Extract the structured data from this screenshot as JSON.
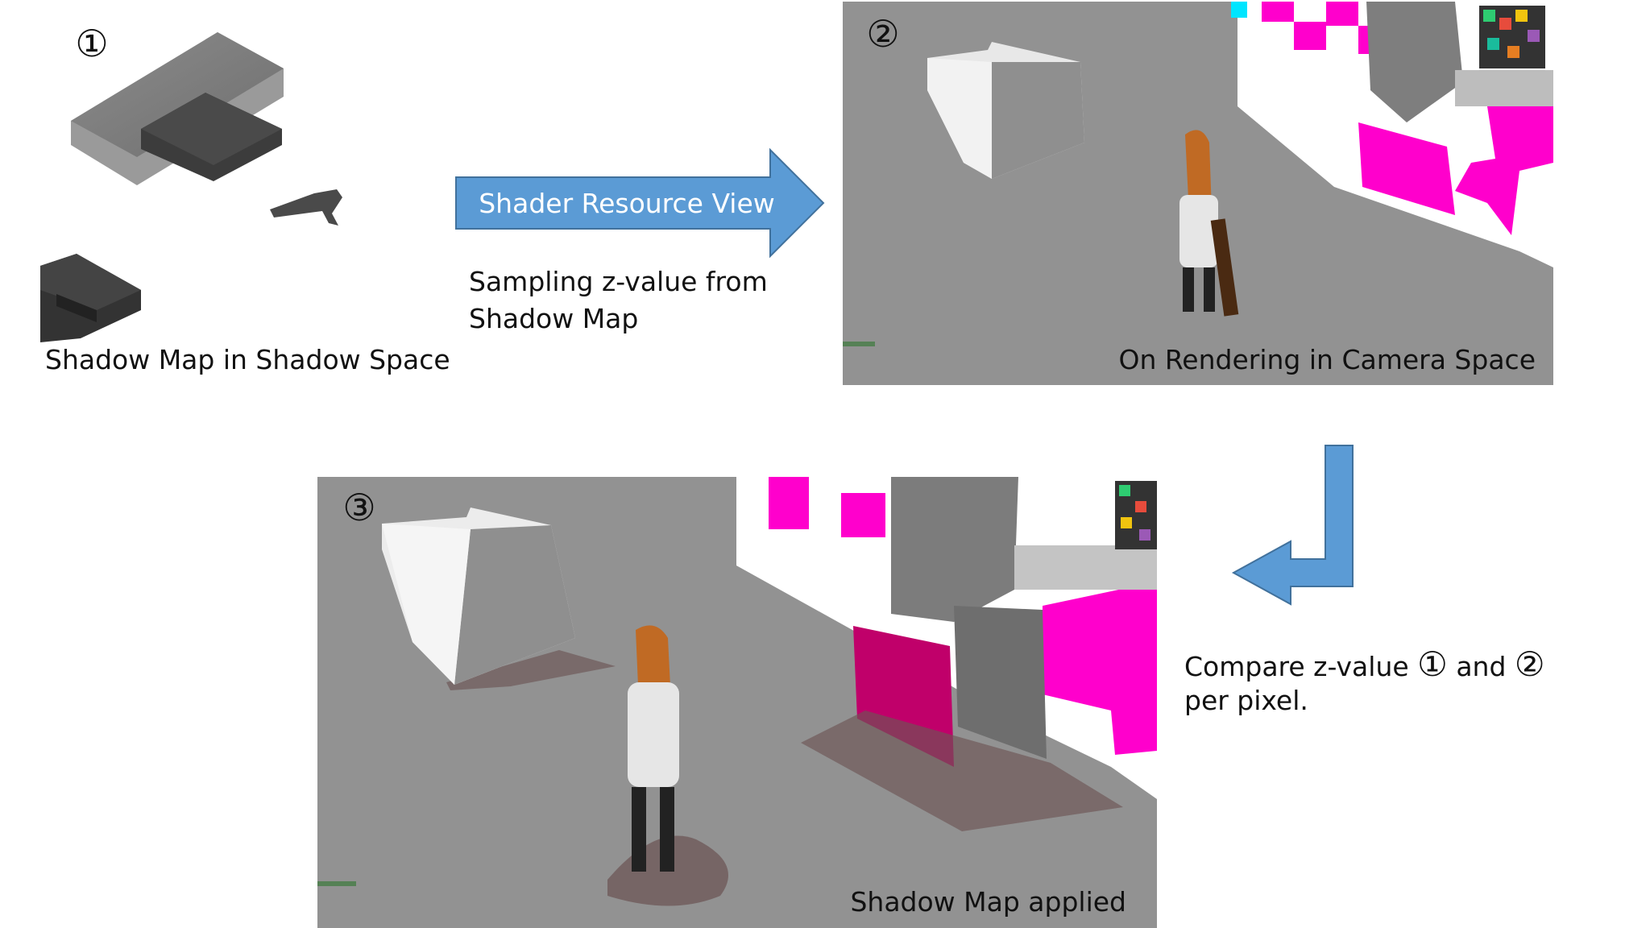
{
  "step1": {
    "number": "①",
    "caption": "Shadow Map in Shadow Space"
  },
  "arrow": {
    "label": "Shader Resource View",
    "note_line1": "Sampling z-value from",
    "note_line2": "Shadow Map"
  },
  "step2": {
    "number": "②",
    "caption": "On Rendering in Camera Space"
  },
  "compare": {
    "line1_prefix": "Compare z-value",
    "ref_a": "①",
    "conjunction": "and",
    "ref_b": "②",
    "line2": "per pixel."
  },
  "step3": {
    "number": "③",
    "caption": "Shadow Map applied"
  },
  "colors": {
    "arrow_fill": "#5b9bd5",
    "arrow_stroke": "#41719c",
    "ground": "#8e8e8e",
    "magenta": "#ff00cc"
  }
}
